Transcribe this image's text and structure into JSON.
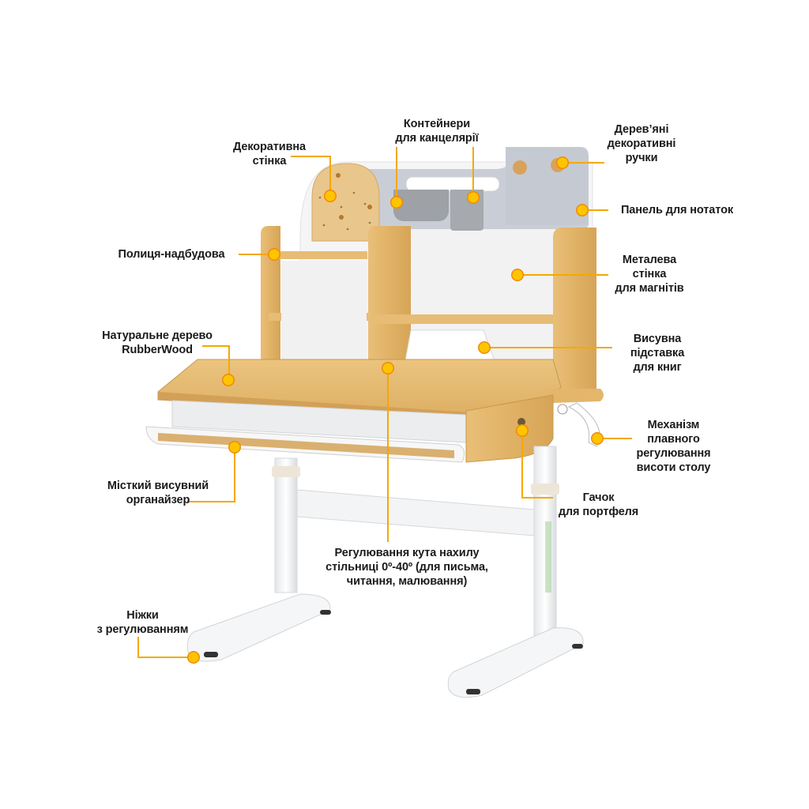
{
  "product": "Children's adjustable desk with hutch (RubberWood)",
  "colors": {
    "marker_fill": "#FFC400",
    "marker_ray": "#F08A00",
    "leader_line": "#F5A800",
    "wood": "#E2B56C",
    "wood_dark": "#C8913F",
    "white_frame": "#F4F4F4",
    "grey_panel": "#C9CED6",
    "container_grey": "#9EA1A5",
    "text": "#1A1A1A"
  },
  "callouts": [
    {
      "id": "decorative-wall",
      "text": "Декоративна\nстінка"
    },
    {
      "id": "stationery-containers",
      "text": "Контейнери\nдля канцелярії"
    },
    {
      "id": "wooden-knobs",
      "text": "Дерев’яні\nдекоративні\nручки"
    },
    {
      "id": "notes-panel",
      "text": "Панель для нотаток"
    },
    {
      "id": "hutch-shelf",
      "text": "Полиця-надбудова"
    },
    {
      "id": "metal-magnet-wall",
      "text": "Металева\nстінка\nдля магнітів"
    },
    {
      "id": "natural-wood",
      "text": "Натуральне дерево\nRubberWood"
    },
    {
      "id": "book-stand",
      "text": "Висувна\nпідставка\nдля книг"
    },
    {
      "id": "height-mechanism",
      "text": "Механізм\nплавного\nрегулювання\nвисоти столу"
    },
    {
      "id": "bag-hook",
      "text": "Гачок\nдля портфеля"
    },
    {
      "id": "drawer-organizer",
      "text": "Місткий висувний\nорганайзер"
    },
    {
      "id": "tilt-adjustment",
      "text": "Регулювання кута нахилу\nстільниці 0º-40º (для письма,\nчитання, малювання)"
    },
    {
      "id": "adjustable-legs",
      "text": "Ніжки\nз регулюванням"
    }
  ]
}
